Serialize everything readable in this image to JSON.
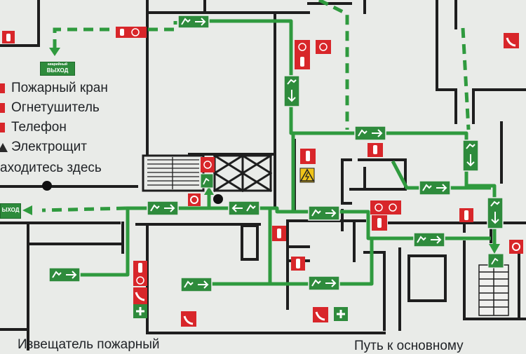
{
  "legend": {
    "items": [
      {
        "label": "Пожарный кран",
        "color": "#d8262a",
        "shape": "square"
      },
      {
        "label": "Огнетушитель",
        "color": "#d8262a",
        "shape": "square"
      },
      {
        "label": "Телефон",
        "color": "#d8262a",
        "shape": "square"
      },
      {
        "label": "Электрощит",
        "color": "#2a2a2a",
        "shape": "triangle"
      }
    ],
    "you_are_here": "аходитесь здесь"
  },
  "exits": {
    "top_sign_small": "аварийный",
    "top_sign_main": "ВЫХОД",
    "left_sign_main": "ЫХОД"
  },
  "bottom": {
    "left_text": "Извещатель пожарный",
    "right_text": "Путь к основному"
  },
  "colors": {
    "route": "#2f9a3e",
    "wall": "#1e1e1e",
    "sign_red": "#d8262a",
    "sign_green": "#2e8b3c",
    "background": "#e9ebe8"
  }
}
